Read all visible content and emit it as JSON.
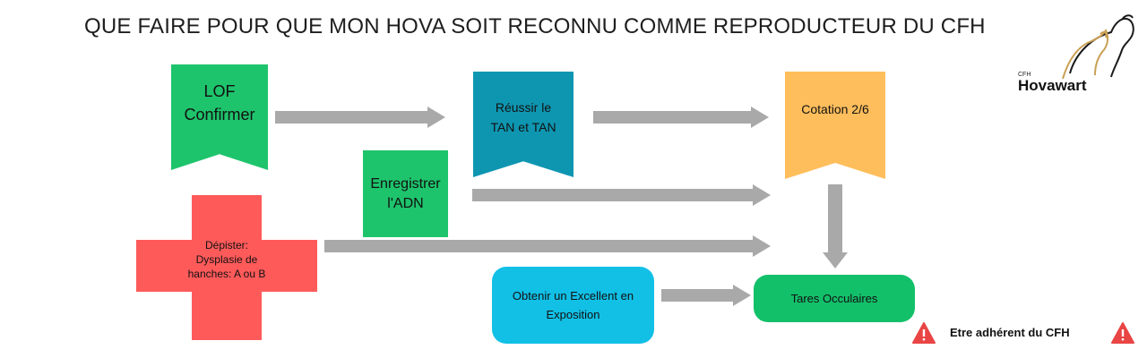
{
  "title": "QUE FAIRE POUR QUE MON HOVA SOIT RECONNU COMME REPRODUCTEUR DU CFH",
  "logo": {
    "small": "CFH",
    "name": "Hovawart"
  },
  "nodes": {
    "lof": {
      "line1": "LOF",
      "line2": "Confirmer",
      "color": "#1ec46c"
    },
    "tan": {
      "line1": "Réussir le",
      "line2": "TAN et TAN",
      "color": "#0e96b1"
    },
    "cotation": {
      "label": "Cotation 2/6",
      "color": "#ffbe5c"
    },
    "adn": {
      "line1": "Enregistrer",
      "line2": "l'ADN",
      "color": "#1ec46c"
    },
    "depister": {
      "line1": "Dépister:",
      "line2": "Dysplasie de",
      "line3": "hanches: A ou B",
      "color": "#ff5a5a"
    },
    "exposition": {
      "line1": "Obtenir un Excellent en",
      "line2": "Exposition",
      "color": "#12c0e6"
    },
    "tares": {
      "label": "Tares Occulaires",
      "color": "#13c06a"
    }
  },
  "footer": {
    "label": "Etre adhérent du CFH",
    "warning_color": "#e94545"
  },
  "arrow_color": "#a9a9a9"
}
